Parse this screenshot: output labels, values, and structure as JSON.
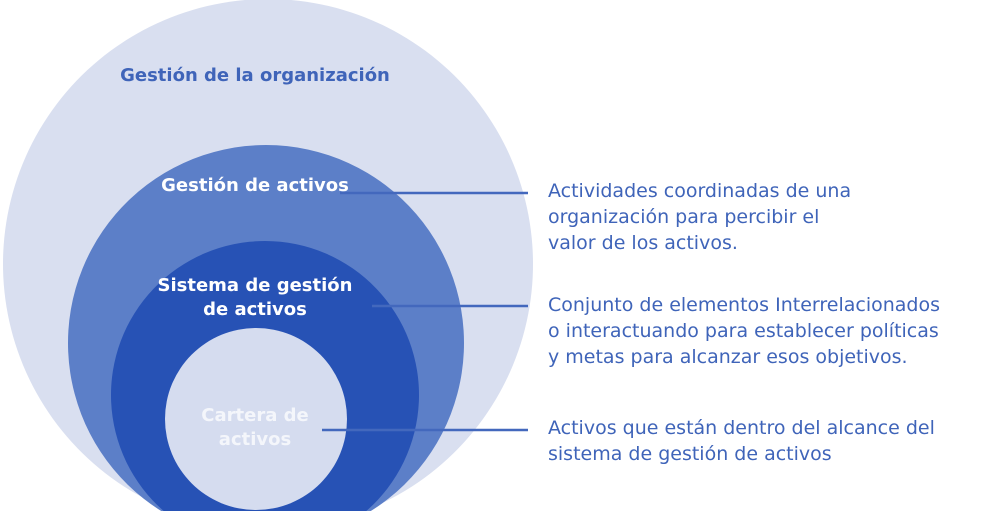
{
  "circles": {
    "organization": "Gestión de la organización",
    "asset_management": "Gestión de activos",
    "management_system": [
      "Sistema de gestión",
      "de activos"
    ],
    "portfolio": [
      "Cartera de",
      "activos"
    ]
  },
  "descriptions": {
    "asset_management": [
      "Actividades coordinadas de una",
      "organización para percibir el",
      "valor de los activos."
    ],
    "management_system": [
      "Conjunto de elementos Interrelacionados",
      "o interactuando para establecer políticas",
      "y metas para alcanzar esos objetivos."
    ],
    "portfolio": [
      "Activos que están dentro del alcance del",
      "sistema de gestión de activos"
    ]
  },
  "colors": {
    "outer": "#d9dff0",
    "second": "#5c7fc8",
    "third": "#2752b5",
    "inner": "#d5dcef",
    "line": "#4368bd"
  }
}
